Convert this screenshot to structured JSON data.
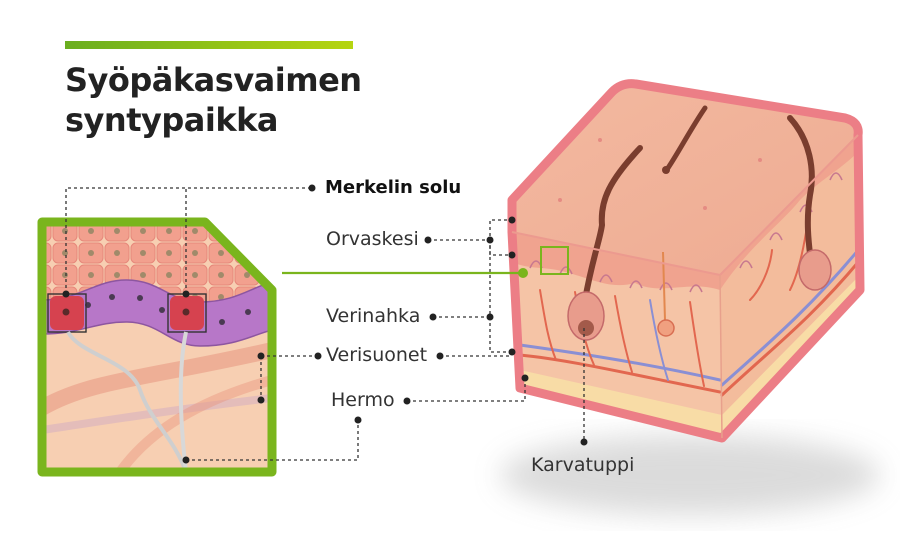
{
  "title": {
    "line1": "Syöpäkasvaimen",
    "line2": "syntypaikka"
  },
  "labels": {
    "merkel_cell": "Merkelin solu",
    "epidermis": "Orvaskesi",
    "dermis": "Verinahka",
    "blood_vessels": "Verisuonet",
    "nerve": "Hermo",
    "hair_follicle": "Karvatuppi"
  },
  "colors": {
    "accent": "#7ab51d",
    "skin_surface": "#f2b49a",
    "skin_edge": "#e9707b",
    "epidermis_cells": "#f3a892",
    "merkel_cell": "#d6424f",
    "basal_cells": "#b777c8",
    "dermis": "#f5c7a8",
    "artery": "#e2674f",
    "vein": "#8a8fd4",
    "fat": "#f8dca6"
  }
}
